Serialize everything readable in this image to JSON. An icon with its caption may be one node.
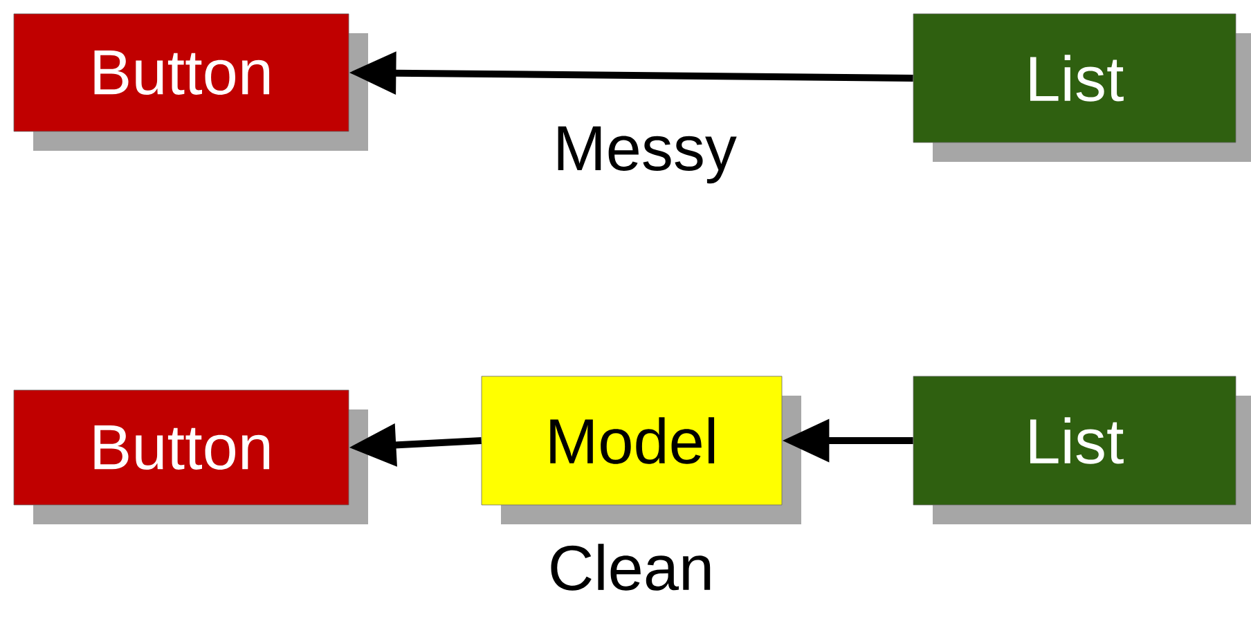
{
  "diagram": {
    "nodes": [
      {
        "text": [
          "Button"
        ]
      },
      {
        "text": [
          "List"
        ]
      },
      {
        "text": [
          "Button"
        ]
      },
      {
        "text": [
          "Model"
        ]
      },
      {
        "text": [
          "List"
        ]
      }
    ],
    "edges": [
      {
        "from": 1,
        "to": 0,
        "arrow": "to"
      },
      {
        "from": 4,
        "to": 3,
        "arrow": "to"
      },
      {
        "from": 3,
        "to": 2,
        "arrow": "to"
      }
    ],
    "labels": [
      "Messy",
      "Clean"
    ]
  }
}
